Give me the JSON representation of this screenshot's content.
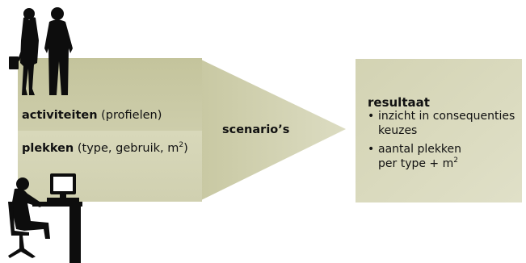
{
  "colors": {
    "panel_top": "#c9c9a4",
    "panel_bottom": "#d6d6b6",
    "arrow": "#cfcfac",
    "result_box": "#d8d8bb",
    "silhouette": "#0d0d0d"
  },
  "left_panel": {
    "row1_bold": "activiteiten",
    "row1_rest": " (profielen)",
    "row2_bold": "plekken",
    "row2_rest": " (type, gebruik, m",
    "row2_sup": "2",
    "row2_close": ")"
  },
  "arrow": {
    "label": "scenario’s"
  },
  "result": {
    "title": "resultaat",
    "bullet_symbol": "•",
    "bullet1_line1": "inzicht in consequenties",
    "bullet1_line2": "keuzes",
    "bullet2_line1": "aantal plekken",
    "bullet2_line2": "per type + m",
    "bullet2_sup": "2"
  },
  "icons": {
    "top_left": "business-people-icon",
    "bottom_left": "person-at-computer-icon"
  }
}
